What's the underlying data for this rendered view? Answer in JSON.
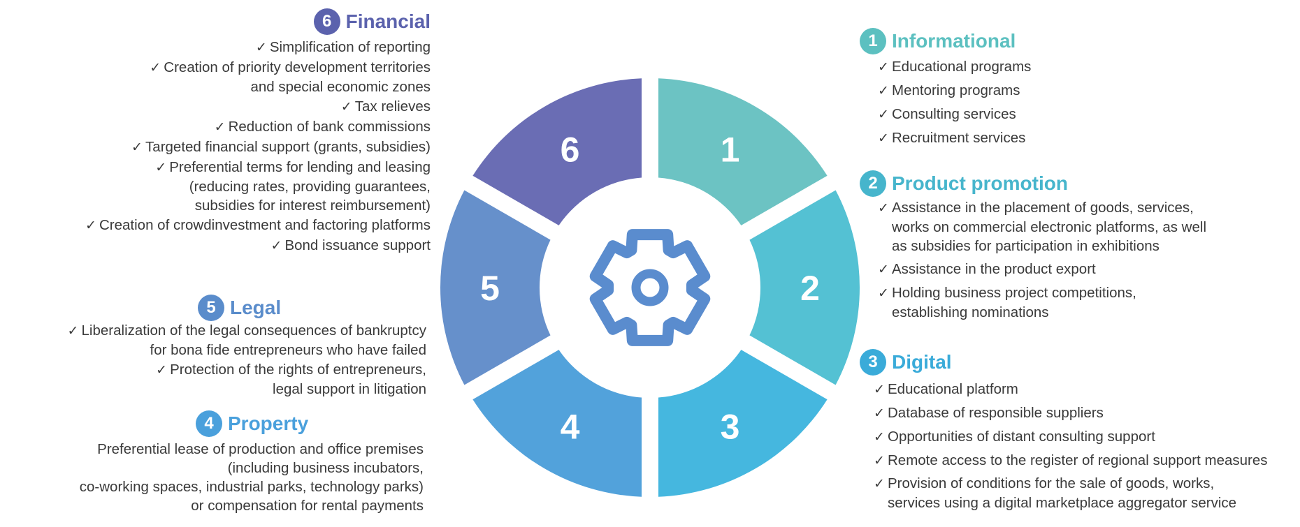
{
  "colors": {
    "seg1": "#6cc3c3",
    "seg2": "#54c1d3",
    "seg3": "#45b7df",
    "seg4": "#52a2db",
    "seg5": "#6690cb",
    "seg6": "#6a6db4",
    "gear": "#5a8cce",
    "text": "#3a3a3a"
  },
  "wheel": {
    "icon": "gear-icon",
    "segments": [
      "1",
      "2",
      "3",
      "4",
      "5",
      "6"
    ]
  },
  "sections": {
    "financial": {
      "number": "6",
      "title": "Financial",
      "items": [
        {
          "lines": [
            "Simplification of reporting"
          ]
        },
        {
          "lines": [
            "Creation of priority development territories",
            "and special economic zones"
          ]
        },
        {
          "lines": [
            "Tax relieves"
          ]
        },
        {
          "lines": [
            "Reduction of bank commissions"
          ]
        },
        {
          "lines": [
            "Targeted financial support (grants, subsidies)"
          ]
        },
        {
          "lines": [
            "Preferential terms for lending and leasing",
            "(reducing rates, providing guarantees,",
            "subsidies for interest reimbursement)"
          ]
        },
        {
          "lines": [
            "Creation of crowdinvestment and factoring platforms"
          ]
        },
        {
          "lines": [
            "Bond issuance support"
          ]
        }
      ]
    },
    "legal": {
      "number": "5",
      "title": "Legal",
      "items": [
        {
          "lines": [
            "Liberalization of the legal consequences of bankruptcy",
            "for bona fide entrepreneurs who have failed"
          ]
        },
        {
          "lines": [
            "Protection of the rights of entrepreneurs,",
            "legal support in litigation"
          ]
        }
      ]
    },
    "property": {
      "number": "4",
      "title": "Property",
      "lines": [
        "Preferential lease of production and office premises",
        "(including business incubators,",
        "co-working spaces, industrial parks, technology parks)",
        "or compensation for rental payments"
      ]
    },
    "informational": {
      "number": "1",
      "title": "Informational",
      "items": [
        {
          "lines": [
            "Educational programs"
          ]
        },
        {
          "lines": [
            "Mentoring programs"
          ]
        },
        {
          "lines": [
            "Consulting services"
          ]
        },
        {
          "lines": [
            "Recruitment services"
          ]
        }
      ]
    },
    "product": {
      "number": "2",
      "title": "Product promotion",
      "items": [
        {
          "lines": [
            "Assistance in the placement of goods, services,",
            "works on commercial electronic platforms, as well",
            "as subsidies for participation in exhibitions"
          ]
        },
        {
          "lines": [
            "Assistance in the product export"
          ]
        },
        {
          "lines": [
            "Holding business project competitions,",
            "establishing nominations"
          ]
        }
      ]
    },
    "digital": {
      "number": "3",
      "title": "Digital",
      "items": [
        {
          "lines": [
            "Educational platform"
          ]
        },
        {
          "lines": [
            "Database of responsible suppliers"
          ]
        },
        {
          "lines": [
            "Opportunities of distant consulting support"
          ]
        },
        {
          "lines": [
            "Remote access to the register of regional support measures"
          ]
        },
        {
          "lines": [
            "Provision of conditions for the sale of goods, works,",
            "services using a digital marketplace aggregator service"
          ]
        }
      ]
    }
  }
}
